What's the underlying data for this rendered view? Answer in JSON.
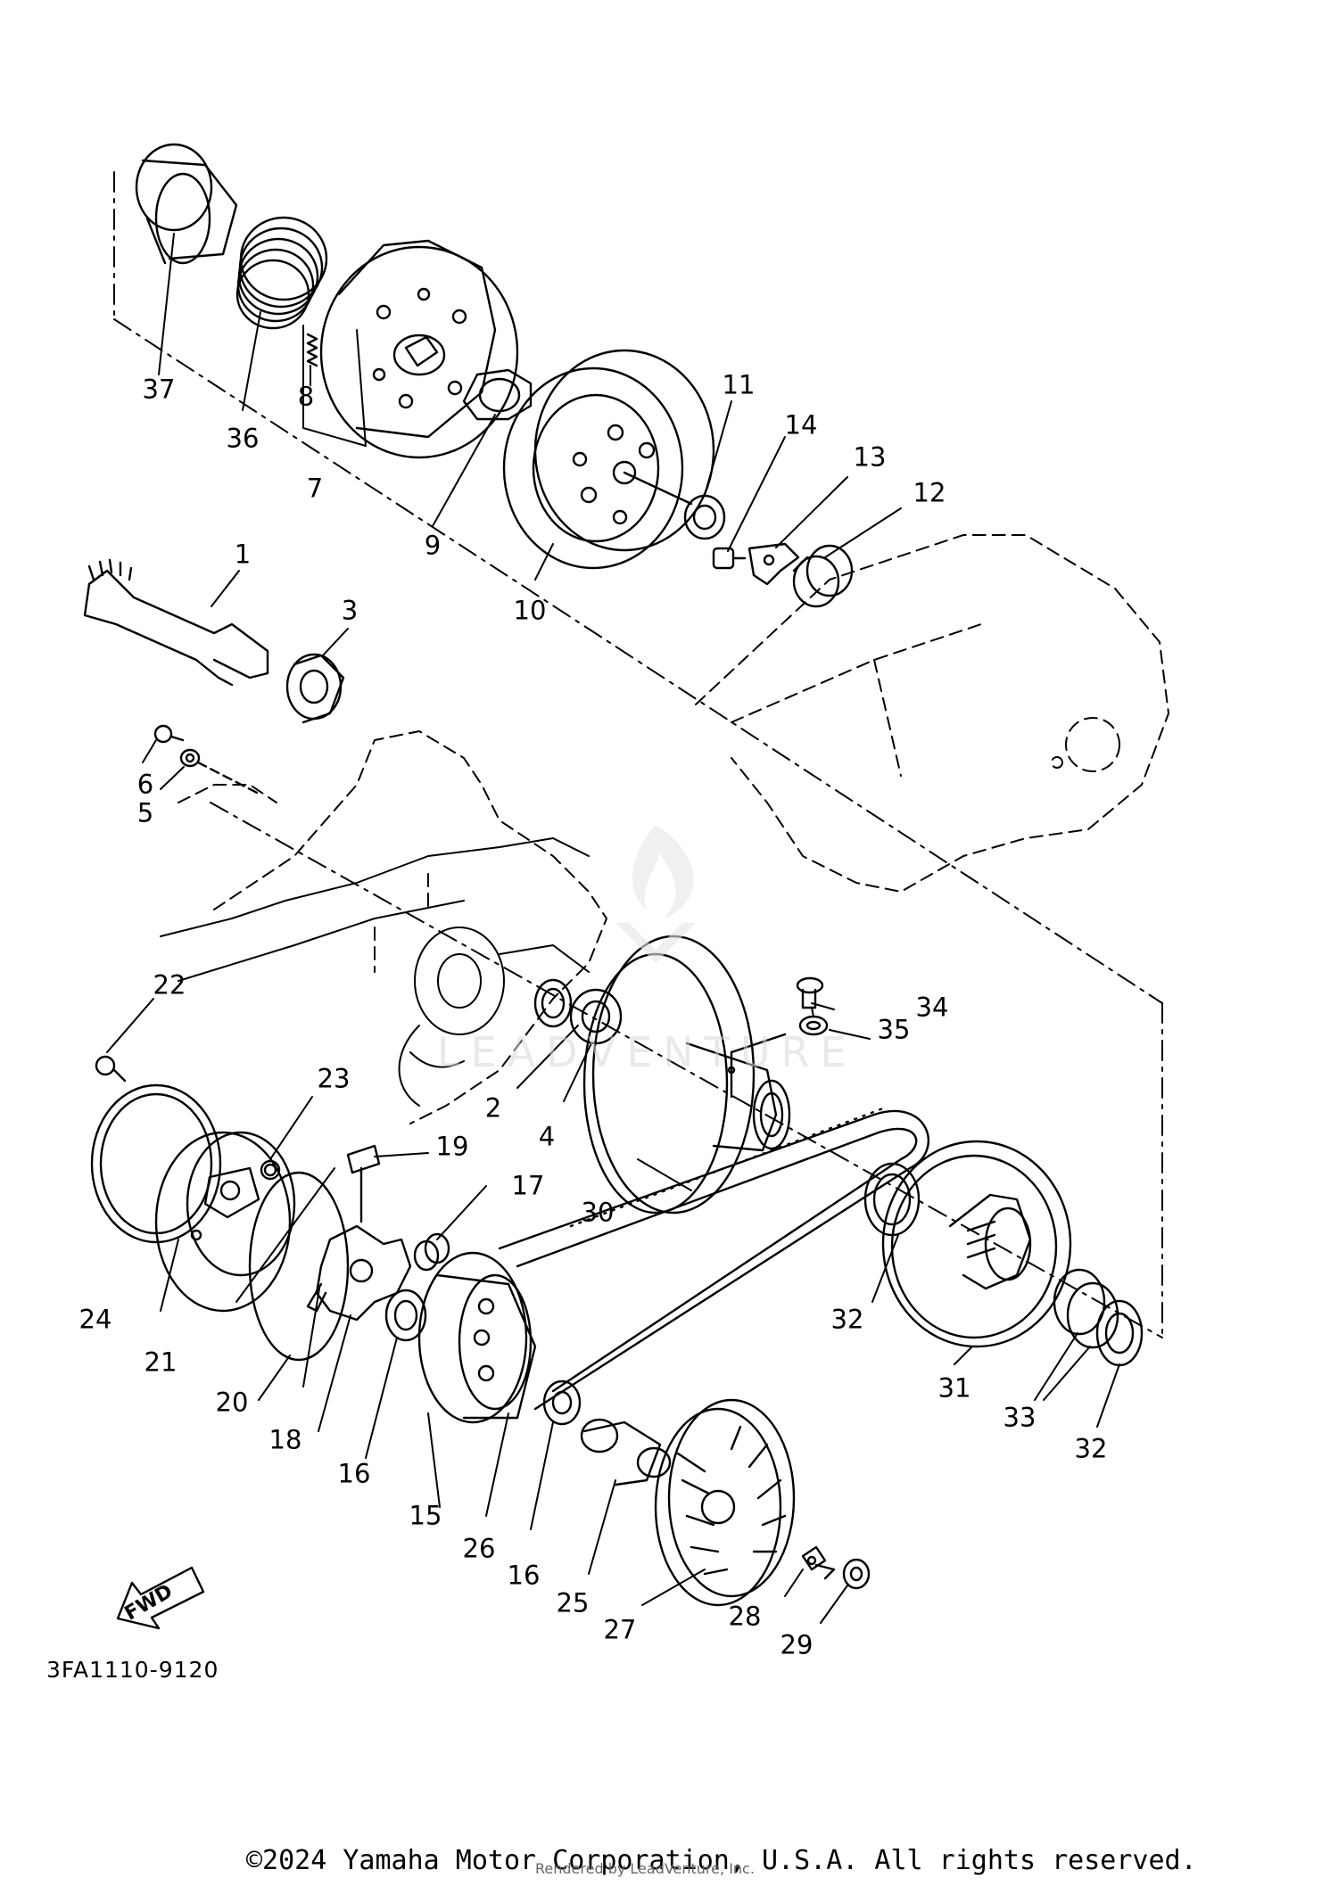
{
  "diagram": {
    "ref_code": "3FA1110-9120",
    "fwd_label": "FWD",
    "watermark": "LEADVENTURE",
    "copyright": "©2024 Yamaha Motor Corporation, U.S.A. All rights reserved.",
    "rendered_by": "Rendered by LeadVenture, Inc."
  },
  "callouts": {
    "p1": "1",
    "p2": "2",
    "p3": "3",
    "p4": "4",
    "p5": "5",
    "p6": "6",
    "p7": "7",
    "p8": "8",
    "p9": "9",
    "p10": "10",
    "p11": "11",
    "p12": "12",
    "p13": "13",
    "p14": "14",
    "p15": "15",
    "p16a": "16",
    "p16b": "16",
    "p17": "17",
    "p18": "18",
    "p19": "19",
    "p20": "20",
    "p21": "21",
    "p22": "22",
    "p23": "23",
    "p24": "24",
    "p25": "25",
    "p26": "26",
    "p27": "27",
    "p28": "28",
    "p29": "29",
    "p30": "30",
    "p31": "31",
    "p32a": "32",
    "p32b": "32",
    "p33": "33",
    "p34": "34",
    "p35": "35",
    "p36": "36",
    "p37": "37"
  }
}
